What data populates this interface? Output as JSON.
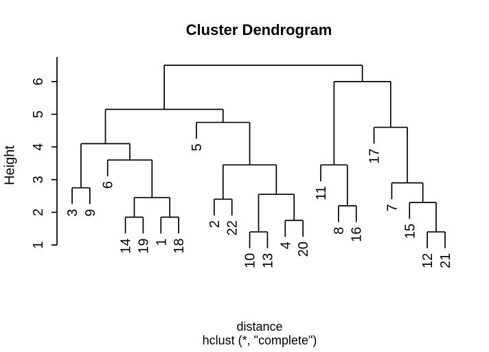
{
  "figure": {
    "background_color": "#ffffff",
    "line_color": "#000000",
    "text_color": "#000000"
  },
  "chart_data": {
    "type": "dendrogram",
    "title": "Cluster Dendrogram",
    "ylabel": "Height",
    "xlabel": "distance",
    "call_subtitle": "hclust (*, \"complete\")",
    "grid": false,
    "y_axis": {
      "ticks": [
        1,
        2,
        3,
        4,
        5,
        6
      ],
      "ylim": [
        0.85,
        6.76
      ]
    },
    "leaf_order": [
      "3",
      "9",
      "6",
      "14",
      "19",
      "1",
      "18",
      "5",
      "2",
      "22",
      "10",
      "13",
      "4",
      "20",
      "11",
      "8",
      "16",
      "17",
      "7",
      "15",
      "12",
      "21"
    ],
    "hang": 0.5,
    "tree": {
      "h": 6.5,
      "children": [
        {
          "h": 5.15,
          "children": [
            {
              "h": 4.1,
              "children": [
                {
                  "h": 2.75,
                  "children": [
                    {
                      "leaf": "3"
                    },
                    {
                      "leaf": "9"
                    }
                  ]
                },
                {
                  "h": 3.6,
                  "children": [
                    {
                      "leaf": "6"
                    },
                    {
                      "h": 2.45,
                      "children": [
                        {
                          "h": 1.85,
                          "children": [
                            {
                              "leaf": "14"
                            },
                            {
                              "leaf": "19"
                            }
                          ]
                        },
                        {
                          "h": 1.85,
                          "children": [
                            {
                              "leaf": "1"
                            },
                            {
                              "leaf": "18"
                            }
                          ]
                        }
                      ]
                    }
                  ]
                }
              ]
            },
            {
              "h": 4.75,
              "children": [
                {
                  "leaf": "5"
                },
                {
                  "h": 3.45,
                  "children": [
                    {
                      "h": 2.4,
                      "children": [
                        {
                          "leaf": "2"
                        },
                        {
                          "leaf": "22"
                        }
                      ]
                    },
                    {
                      "h": 2.55,
                      "children": [
                        {
                          "h": 1.4,
                          "children": [
                            {
                              "leaf": "10"
                            },
                            {
                              "leaf": "13"
                            }
                          ]
                        },
                        {
                          "h": 1.75,
                          "children": [
                            {
                              "leaf": "4"
                            },
                            {
                              "leaf": "20"
                            }
                          ]
                        }
                      ]
                    }
                  ]
                }
              ]
            }
          ]
        },
        {
          "h": 6.0,
          "children": [
            {
              "h": 3.45,
              "children": [
                {
                  "leaf": "11"
                },
                {
                  "h": 2.2,
                  "children": [
                    {
                      "leaf": "8"
                    },
                    {
                      "leaf": "16"
                    }
                  ]
                }
              ]
            },
            {
              "h": 4.6,
              "children": [
                {
                  "leaf": "17"
                },
                {
                  "h": 2.9,
                  "children": [
                    {
                      "leaf": "7"
                    },
                    {
                      "h": 2.3,
                      "children": [
                        {
                          "leaf": "15"
                        },
                        {
                          "h": 1.4,
                          "children": [
                            {
                              "leaf": "12"
                            },
                            {
                              "leaf": "21"
                            }
                          ]
                        }
                      ]
                    }
                  ]
                }
              ]
            }
          ]
        }
      ]
    }
  }
}
